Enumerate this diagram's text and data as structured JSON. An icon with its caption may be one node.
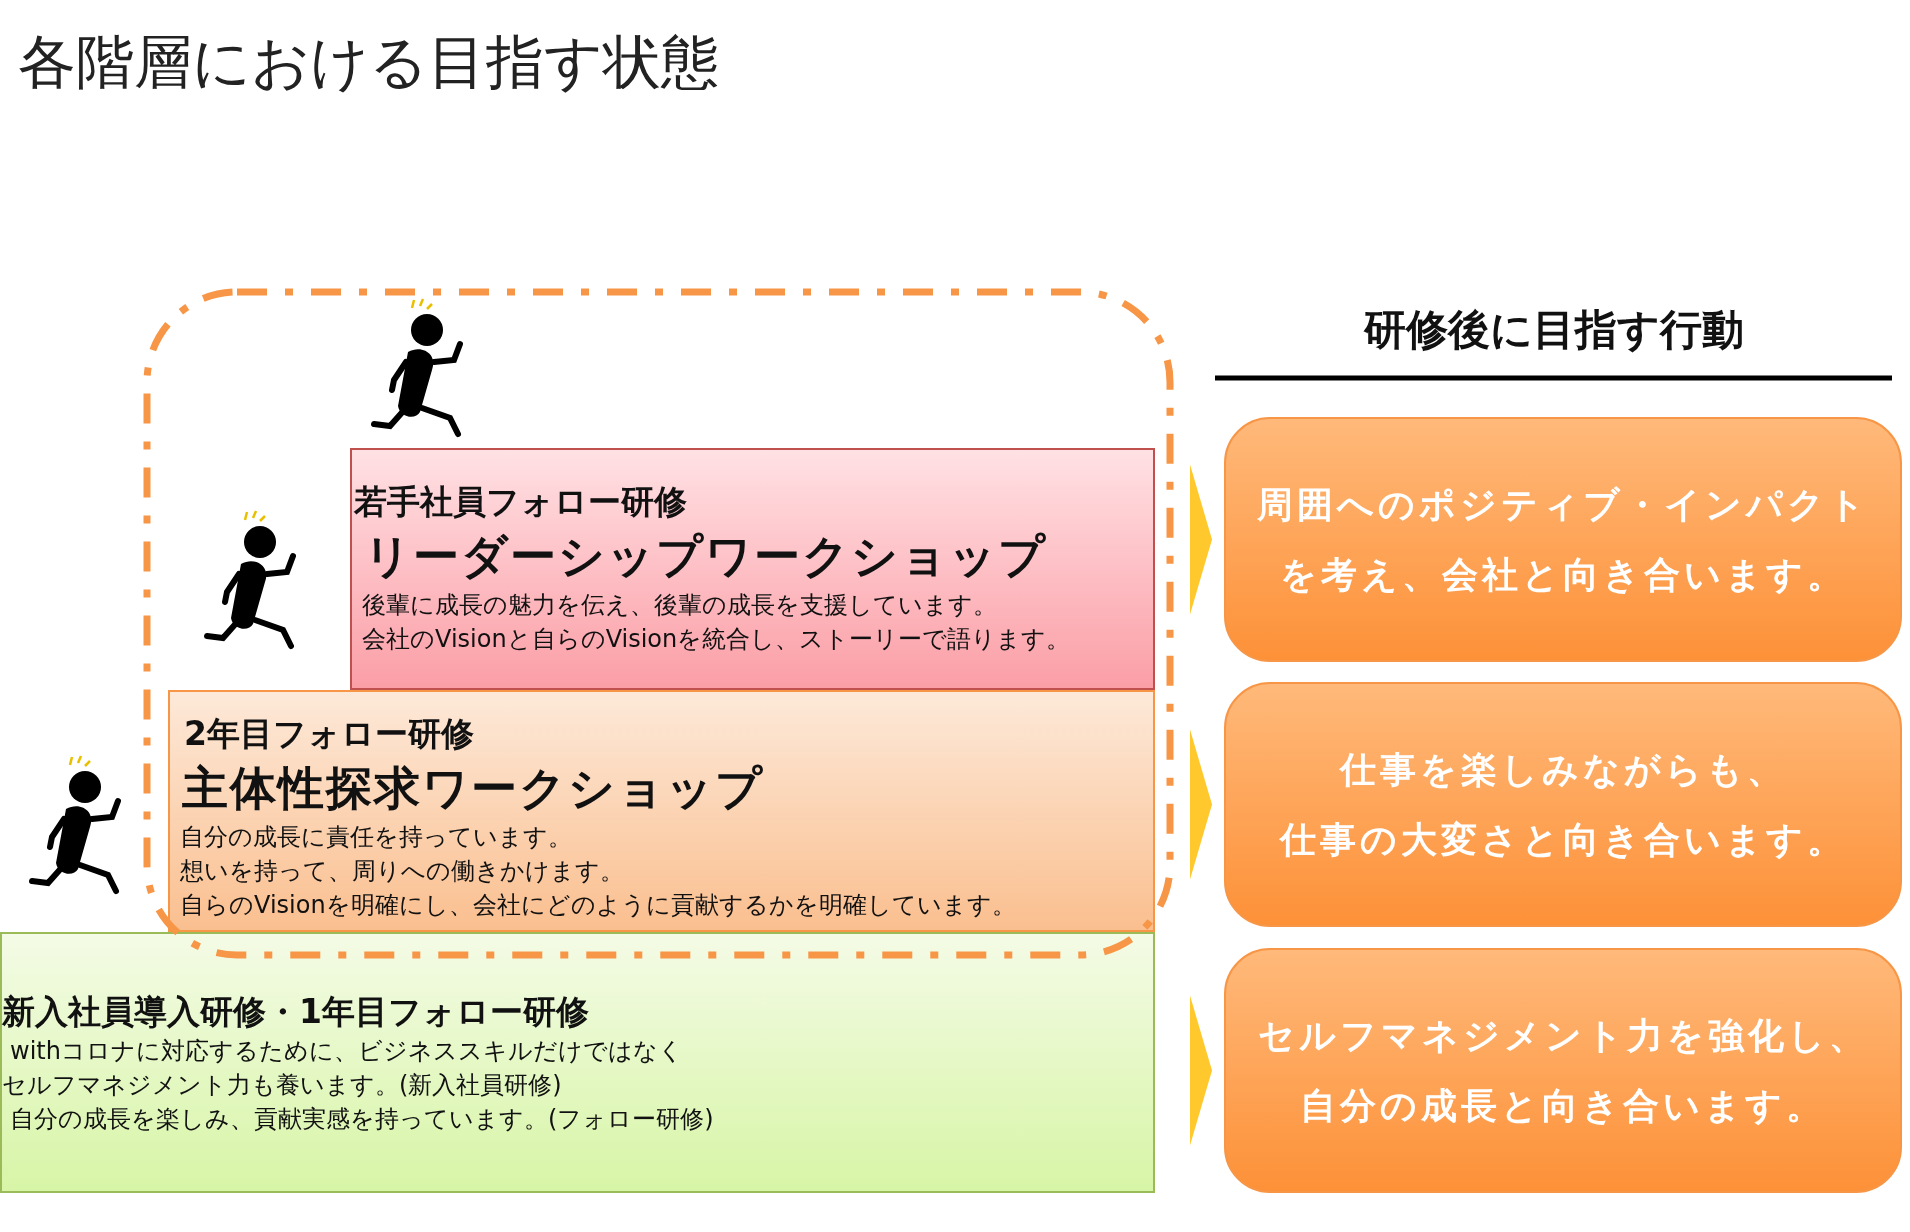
{
  "diagram": {
    "title": "各階層における目指す状態",
    "nodes": [
      {
        "text": [
          "若手社員フォロー研修",
          "リーダーシップワークショップ",
          "後輩に成長の魅力を伝え、後輩の成長を支援しています。",
          "会社のVisionと自らのVisionを統合し、ストーリーで語ります。"
        ]
      },
      {
        "text": [
          "2年目フォロー研修",
          "主体性探求ワークショップ",
          "自分の成長に責任を持っています。",
          "想いを持って、周りへの働きかけます。",
          "自らのVisionを明確にし、会社にどのように貢献するかを明確しています。"
        ]
      },
      {
        "text": [
          "新入社員導入研修・1年目フォロー研修",
          "withコロナに対応するために、ビジネススキルだけではなく",
          "セルフマネジメント力も養います。(新入社員研修)",
          "自分の成長を楽しみ、貢献実感を持っています。(フォロー研修)"
        ]
      },
      {
        "text": [
          "周囲へのポジティブ・インパクト",
          "を考え、会社と向き合います。"
        ]
      },
      {
        "text": [
          "仕事を楽しみながらも、",
          "仕事の大変さと向き合います。"
        ]
      },
      {
        "text": [
          "セルフマネジメント力を強化し、",
          "自分の成長と向き合います。"
        ]
      }
    ],
    "edges": [
      {
        "from": 0,
        "to": 3,
        "arrow": "to"
      },
      {
        "from": 1,
        "to": 4,
        "arrow": "to"
      },
      {
        "from": 2,
        "to": 5,
        "arrow": "to"
      }
    ],
    "labels": [
      "研修後に目指す行動"
    ]
  }
}
